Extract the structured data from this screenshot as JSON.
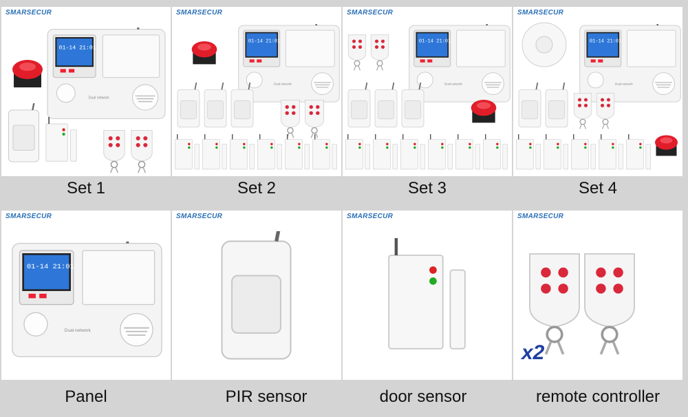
{
  "brand": "SMARSECUR",
  "tiles": [
    {
      "caption": "Set 1"
    },
    {
      "caption": "Set 2"
    },
    {
      "caption": "Set 3"
    },
    {
      "caption": "Set 4"
    },
    {
      "caption": "Panel"
    },
    {
      "caption": "PIR sensor"
    },
    {
      "caption": "door sensor"
    },
    {
      "caption": "remote controller",
      "badge": "x2"
    }
  ],
  "panel_screen_text": "01-14 21:01",
  "panel_label": "Dual network"
}
